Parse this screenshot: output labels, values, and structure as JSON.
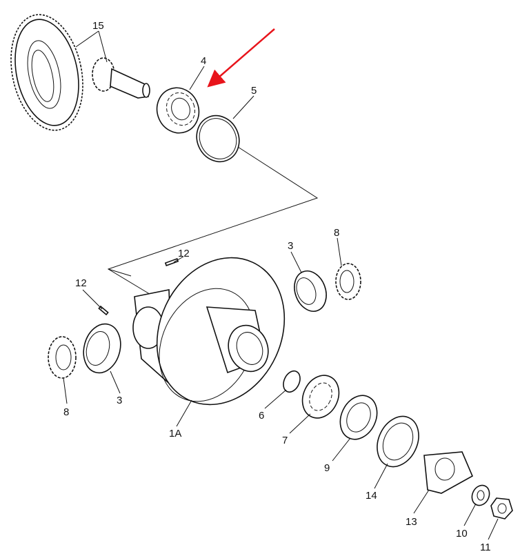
{
  "diagram": {
    "callouts": [
      {
        "id": "ring-gear-pinion",
        "label": "15"
      },
      {
        "id": "pinion-bearing",
        "label": "4"
      },
      {
        "id": "seal-ring",
        "label": "5"
      },
      {
        "id": "pin-upper",
        "label": "12"
      },
      {
        "id": "pin-left",
        "label": "12"
      },
      {
        "id": "bearing-right",
        "label": "3"
      },
      {
        "id": "adjuster-right",
        "label": "8"
      },
      {
        "id": "adjuster-left",
        "label": "8"
      },
      {
        "id": "bearing-left",
        "label": "3"
      },
      {
        "id": "housing",
        "label": "1A"
      },
      {
        "id": "snap-ring",
        "label": "6"
      },
      {
        "id": "bearing-output",
        "label": "7"
      },
      {
        "id": "oil-seal",
        "label": "9"
      },
      {
        "id": "deflector",
        "label": "14"
      },
      {
        "id": "yoke",
        "label": "13"
      },
      {
        "id": "washer",
        "label": "10"
      },
      {
        "id": "nut",
        "label": "11"
      }
    ],
    "arrow_color": "#e8141b"
  }
}
